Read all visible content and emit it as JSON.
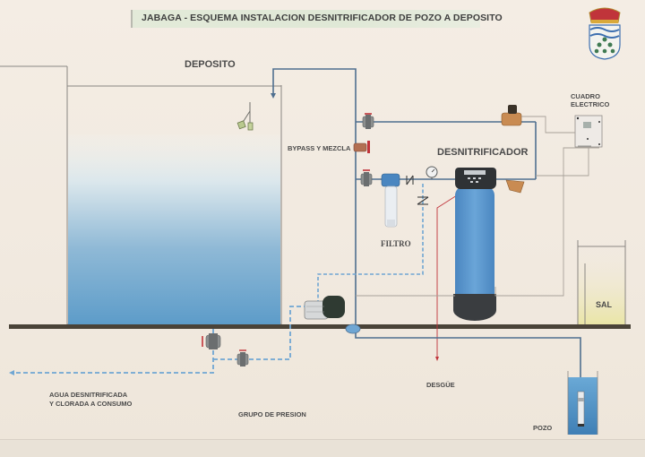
{
  "title": "JABAGA - ESQUEMA  INSTALACION  DESNITRIFICADOR DE POZO A  DEPOSITO",
  "labels": {
    "deposito": "DEPOSITO",
    "bypass": "BYPASS Y MEZCLA",
    "desnitrificador": "DESNITRIFICADOR",
    "cuadro_line1": "CUADRO",
    "cuadro_line2": "ELECTRICO",
    "filtro": "FILTRO",
    "sal": "SAL",
    "desague": "DESGÜE",
    "pozo": "POZO",
    "grupo_presion": "GRUPO DE PRESION",
    "consumo_line1": "AGUA DESNITRIFICADA",
    "consumo_line2": "Y CLORADA A CONSUMO"
  },
  "colors": {
    "pipe": "#4f6f8f",
    "pipe_light": "#6fa6d3",
    "water_top": "#dfe9ee",
    "water_bottom": "#5f9ec9",
    "ground": "#4a4338",
    "valve_handle": "#c0343a",
    "brass": "#c98b52",
    "tank": "#5a96cf",
    "tank_base": "#3a3d40",
    "wire": "#a8a199",
    "drain": "#c0343a",
    "float": "#b9c98e"
  },
  "components": [
    "deposito-tank",
    "float-switch",
    "bypass-valve",
    "inlet-valve-top",
    "inlet-valve-bottom",
    "sediment-filter",
    "check-valve",
    "pressure-gauge",
    "softener-control-head",
    "softener-tank",
    "solenoid-valve",
    "brass-y-strainer",
    "control-panel",
    "brine-tank",
    "pressure-pump",
    "outlet-valve",
    "pump-valve",
    "well",
    "submersible-pump",
    "coat-of-arms"
  ]
}
